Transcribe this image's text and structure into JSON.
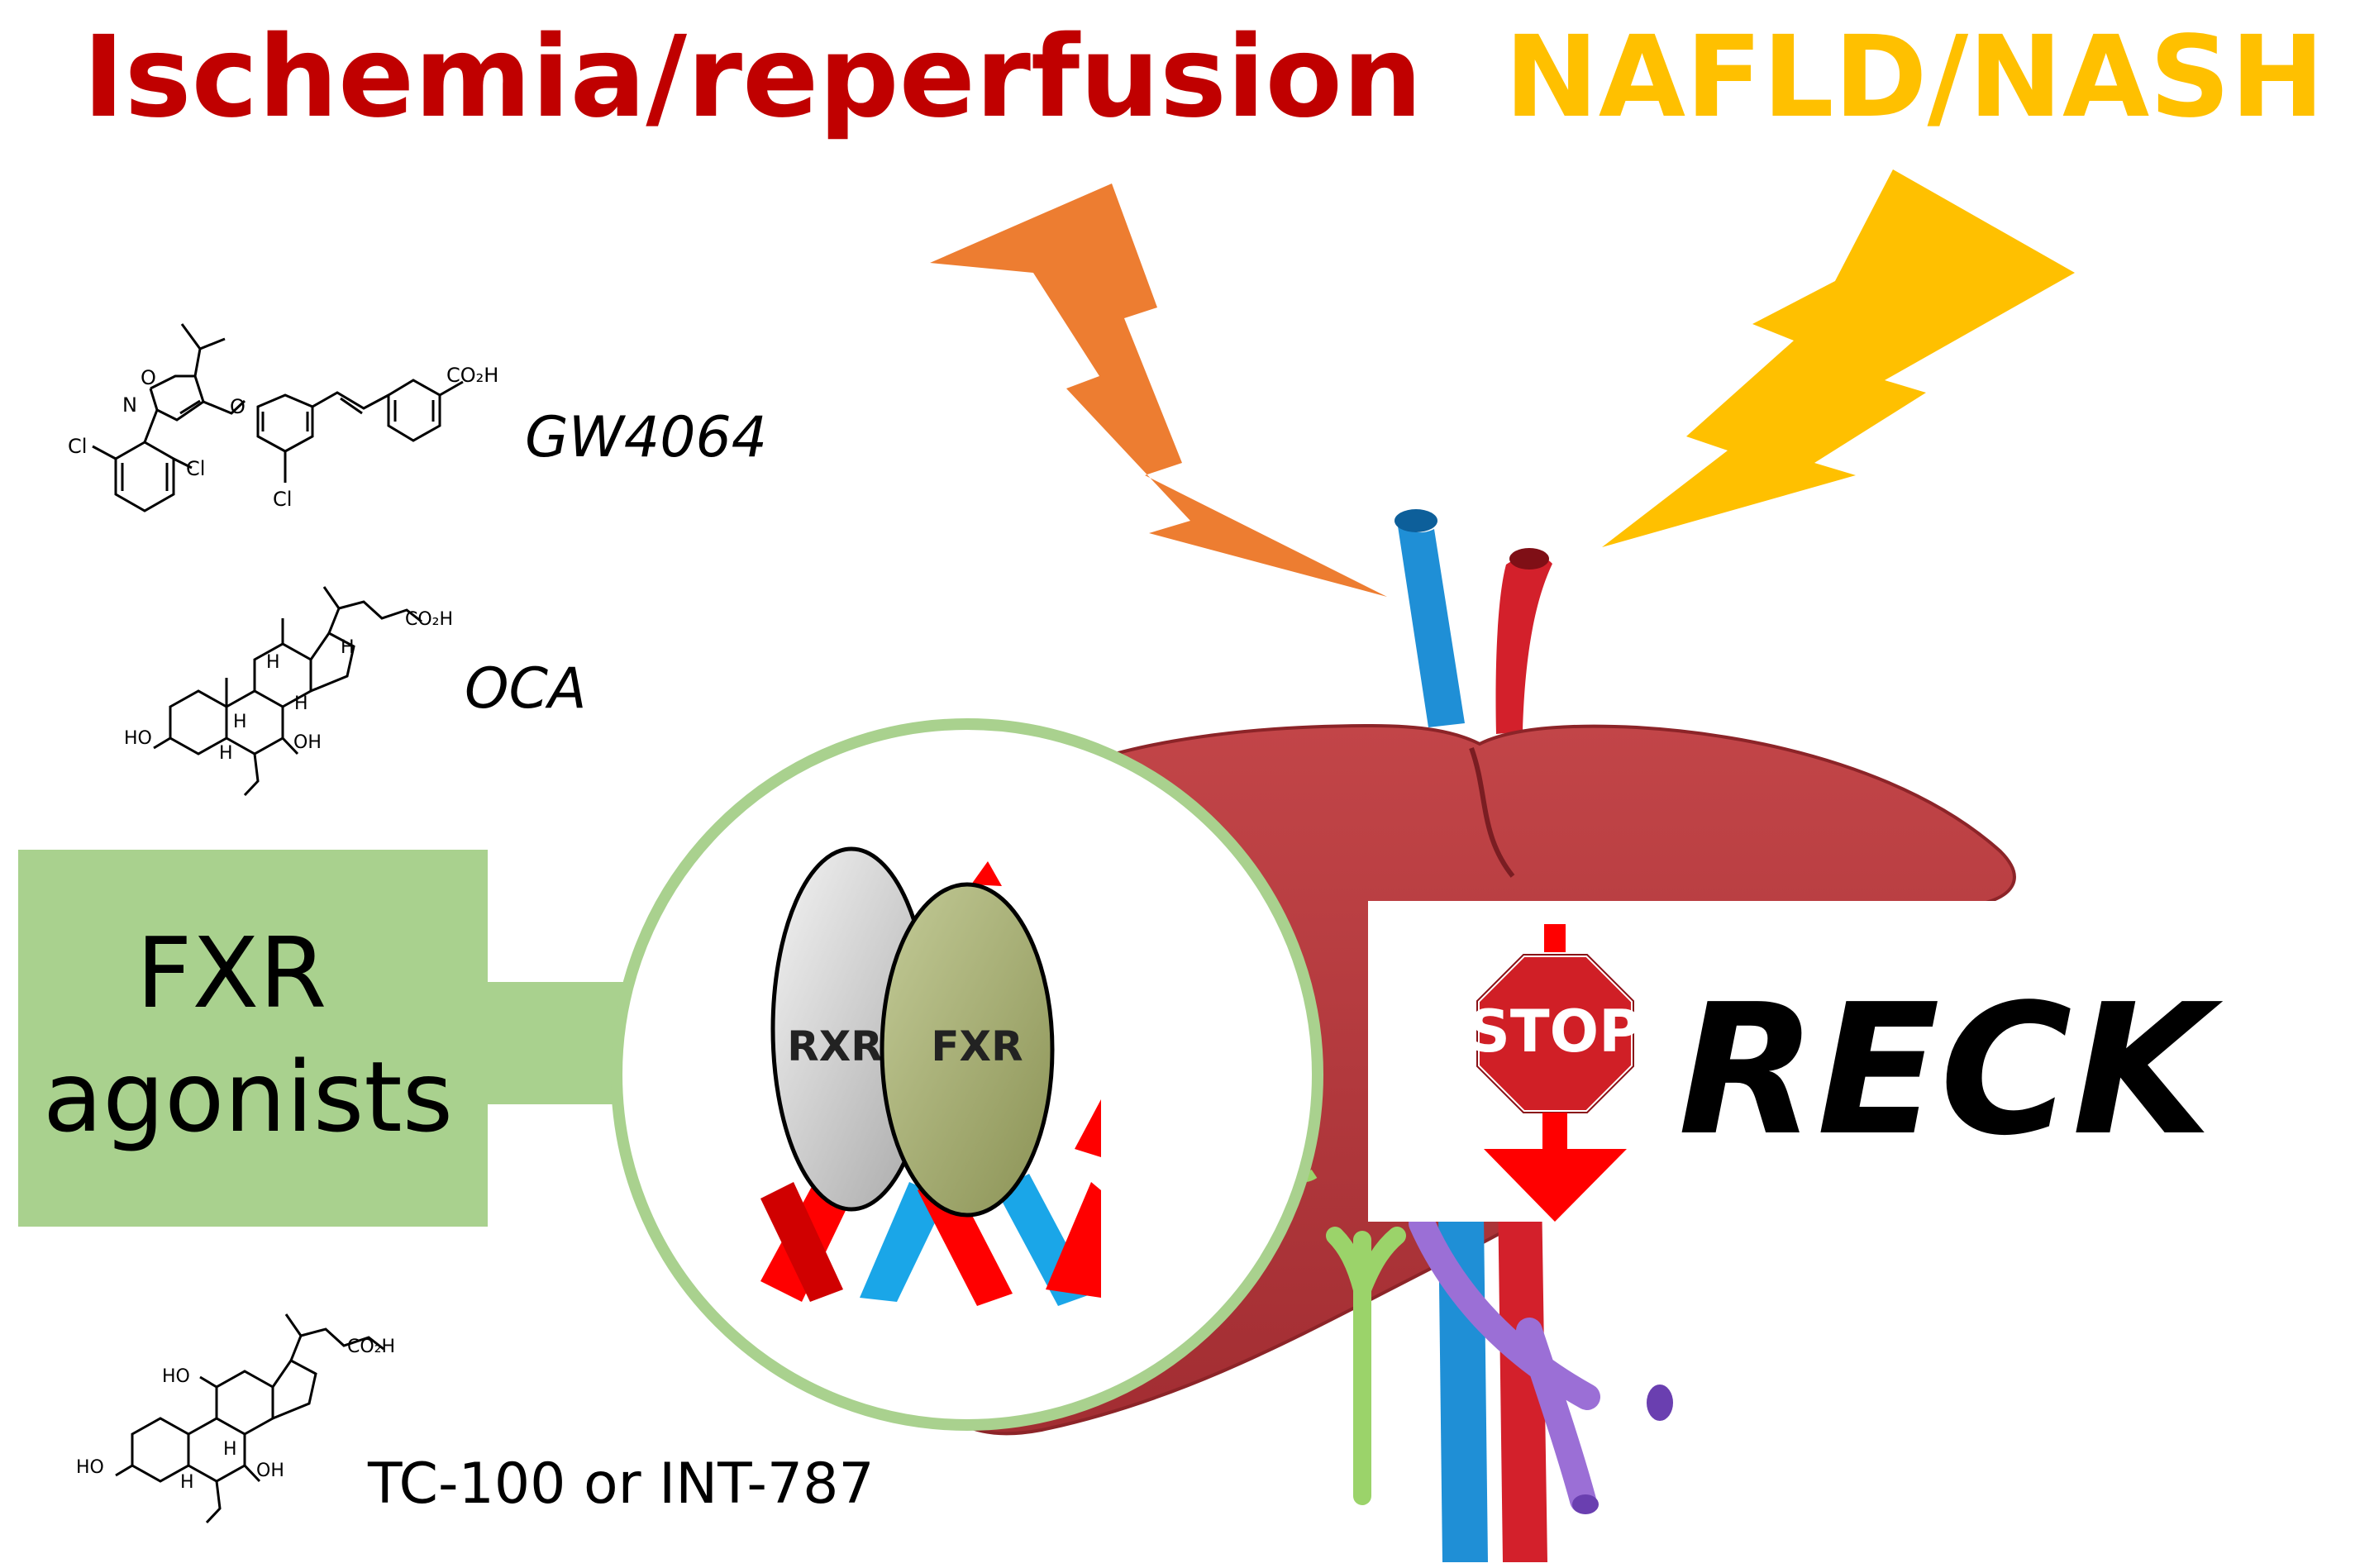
{
  "titles": {
    "ischemia": "Ischemia/reperfusion",
    "nafld": "NAFLD/NASH"
  },
  "compounds": [
    {
      "name": "GW4064"
    },
    {
      "name": "OCA"
    },
    {
      "name": "TC-100 or INT-787"
    }
  ],
  "chem_labels": {
    "cl": "Cl",
    "o": "O",
    "n": "N",
    "co2h": "CO₂H",
    "h": "H",
    "ho": "HO",
    "oh": "OH"
  },
  "agonists_box": {
    "line1": "FXR",
    "line2": "agonists"
  },
  "receptors": {
    "rxr": "RXR",
    "fxr": "FXR"
  },
  "stop_sign": "STOP",
  "target": "RECK",
  "colors": {
    "ischemia": "#c00000",
    "nafld": "#ffc000",
    "bolt_left": "#ed7d31",
    "bolt_right": "#ffc000",
    "agonist_box": "#a9d18e",
    "liver": "#b93a3e",
    "vein_blue": "#1f8fd6",
    "artery_red": "#d3202b",
    "duct_purple": "#9b6fd6",
    "duct_green": "#9bd36a",
    "stop_red": "#d01f26",
    "arrow_red": "#ff0000"
  }
}
